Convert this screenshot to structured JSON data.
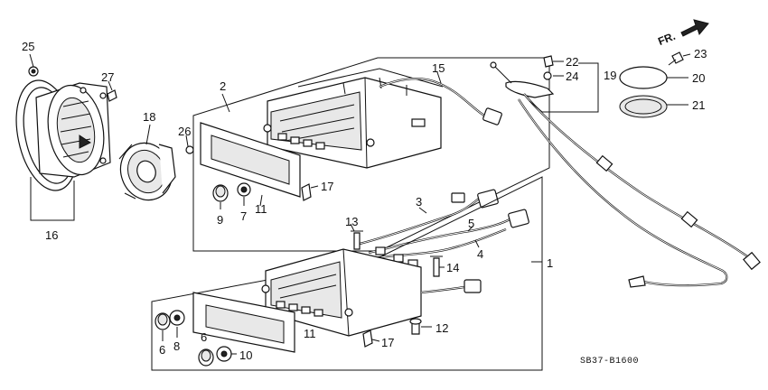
{
  "diagram": {
    "code": "SB37-B1600",
    "direction_label": "FR.",
    "callouts": [
      {
        "id": "c1",
        "text": "1"
      },
      {
        "id": "c2",
        "text": "2"
      },
      {
        "id": "c3",
        "text": "3"
      },
      {
        "id": "c4",
        "text": "4"
      },
      {
        "id": "c5",
        "text": "5"
      },
      {
        "id": "c6a",
        "text": "6"
      },
      {
        "id": "c6b",
        "text": "6"
      },
      {
        "id": "c7",
        "text": "7"
      },
      {
        "id": "c8",
        "text": "8"
      },
      {
        "id": "c9",
        "text": "9"
      },
      {
        "id": "c10",
        "text": "10"
      },
      {
        "id": "c11a",
        "text": "11"
      },
      {
        "id": "c11b",
        "text": "11"
      },
      {
        "id": "c12",
        "text": "12"
      },
      {
        "id": "c13",
        "text": "13"
      },
      {
        "id": "c14",
        "text": "14"
      },
      {
        "id": "c15",
        "text": "15"
      },
      {
        "id": "c16",
        "text": "16"
      },
      {
        "id": "c17a",
        "text": "17"
      },
      {
        "id": "c17b",
        "text": "17"
      },
      {
        "id": "c18",
        "text": "18"
      },
      {
        "id": "c19",
        "text": "19"
      },
      {
        "id": "c20",
        "text": "20"
      },
      {
        "id": "c21",
        "text": "21"
      },
      {
        "id": "c22",
        "text": "22"
      },
      {
        "id": "c23",
        "text": "23"
      },
      {
        "id": "c24",
        "text": "24"
      },
      {
        "id": "c25",
        "text": "25"
      },
      {
        "id": "c26",
        "text": "26"
      },
      {
        "id": "c27",
        "text": "27"
      }
    ]
  }
}
